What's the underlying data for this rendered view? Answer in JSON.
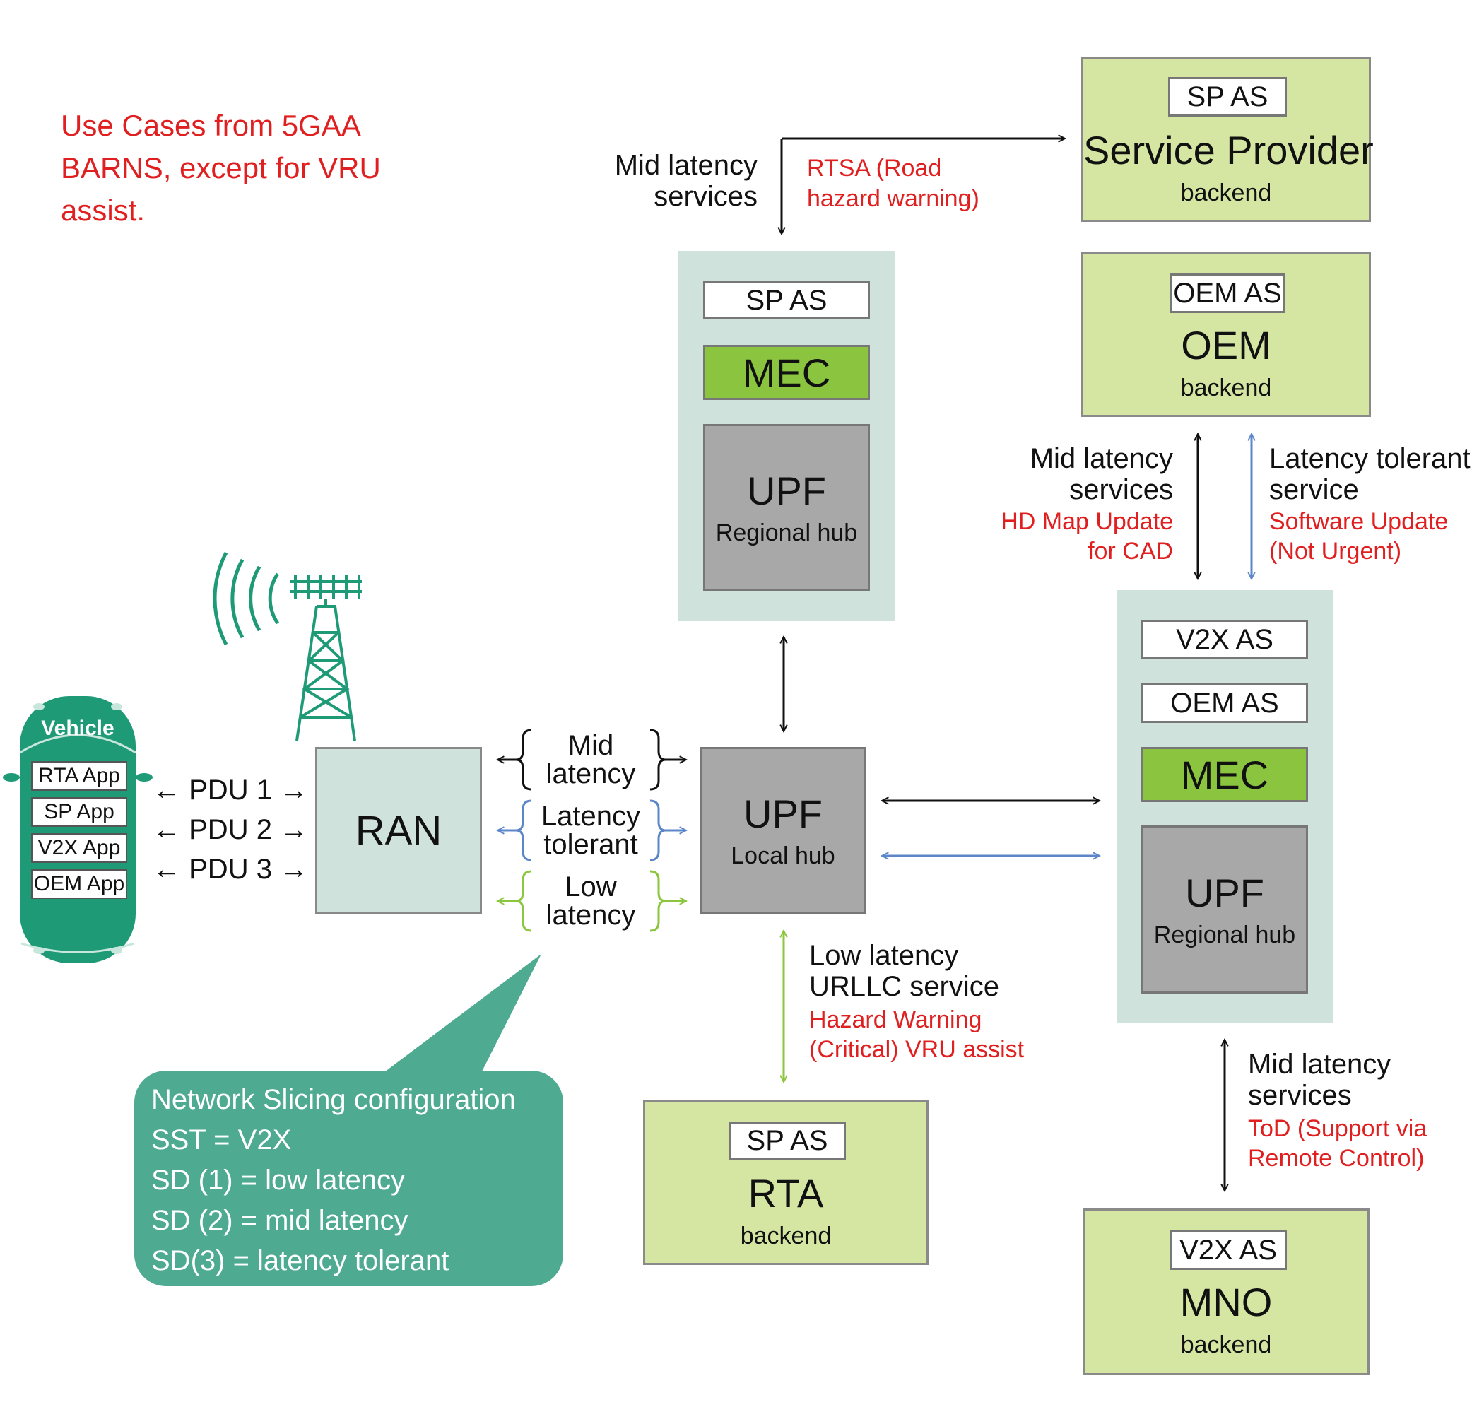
{
  "note": {
    "lines": [
      "Use Cases from 5GAA",
      "BARNS, except for VRU",
      "assist."
    ]
  },
  "sp_backend": {
    "tag": "SP AS",
    "title": "Service Provider",
    "sub": "backend"
  },
  "oem_backend": {
    "tag": "OEM AS",
    "title": "OEM",
    "sub": "backend"
  },
  "regional_top": {
    "tag": "SP AS",
    "mec": "MEC",
    "upf": "UPF",
    "upf_sub": "Regional hub"
  },
  "regional_right": {
    "tag1": "V2X AS",
    "tag2": "OEM AS",
    "mec": "MEC",
    "upf": "UPF",
    "upf_sub": "Regional hub"
  },
  "local_upf": {
    "title": "UPF",
    "sub": "Local hub"
  },
  "ran": {
    "label": "RAN"
  },
  "rta_backend": {
    "tag": "SP AS",
    "title": "RTA",
    "sub": "backend"
  },
  "mno_backend": {
    "tag": "V2X AS",
    "title": "MNO",
    "sub": "backend"
  },
  "vehicle": {
    "label": "Vehicle",
    "apps": [
      "RTA App",
      "SP App",
      "V2X App",
      "OEM App"
    ]
  },
  "pdus": [
    "PDU 1",
    "PDU 2",
    "PDU 3"
  ],
  "slices": [
    {
      "line1": "Mid",
      "line2": "latency"
    },
    {
      "line1": "Latency",
      "line2": "tolerant"
    },
    {
      "line1": "Low",
      "line2": "latency"
    }
  ],
  "top_link": {
    "line1": "Mid latency",
    "line2": "services",
    "red1": "RTSA (Road",
    "red2": "hazard warning)"
  },
  "oem_mid": {
    "line1": "Mid latency",
    "line2": "services",
    "red1": "HD Map Update",
    "red2": "for CAD"
  },
  "oem_tolerant": {
    "line1": "Latency tolerant",
    "line2": "service",
    "red1": "Software Update",
    "red2": "(Not Urgent)"
  },
  "low_link": {
    "line1": "Low latency",
    "line2": "URLLC service",
    "red1": "Hazard Warning",
    "red2": "(Critical) VRU assist"
  },
  "mno_link": {
    "line1": "Mid latency",
    "line2": "services",
    "red1": "ToD (Support via",
    "red2": "Remote Control)"
  },
  "callout": {
    "lines": [
      "Network Slicing configuration",
      "SST = V2X",
      "SD (1) = low latency",
      "SD (2) = mid latency",
      "SD(3) = latency tolerant"
    ]
  },
  "colors": {
    "black": "#111111",
    "blue": "#5b86c8",
    "green": "#8cc63f",
    "teal": "#1e9a77",
    "callout": "#4faa92",
    "red": "#e02020"
  }
}
